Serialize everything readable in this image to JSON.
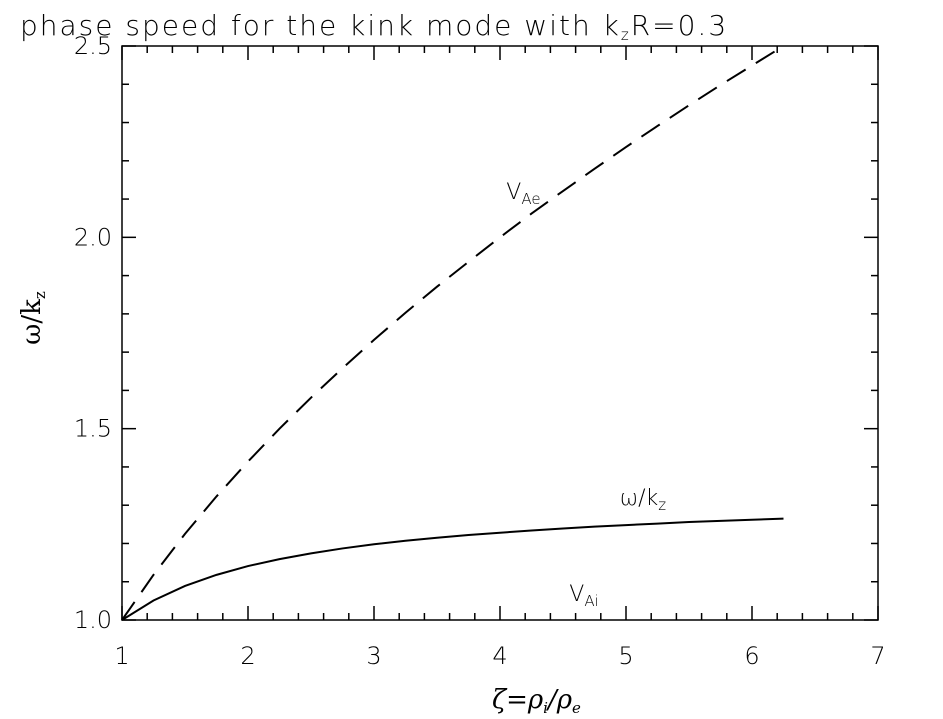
{
  "chart_data": {
    "type": "line",
    "title": {
      "text": "phase speed for the kink mode with k",
      "sub": "z",
      "tail": "R=0.3"
    },
    "xlabel": {
      "prefix": "ζ=ρ",
      "sub1": "i",
      "mid": "/ρ",
      "sub2": "e"
    },
    "ylabel": {
      "main": "ω/k",
      "sub": "z"
    },
    "xlim": [
      1,
      7
    ],
    "ylim": [
      1.0,
      2.5
    ],
    "xticks": [
      1,
      2,
      3,
      4,
      5,
      6,
      7
    ],
    "xtick_labels": [
      "1",
      "2",
      "3",
      "4",
      "5",
      "6",
      "7"
    ],
    "yticks": [
      1.0,
      1.5,
      2.0,
      2.5
    ],
    "ytick_labels": [
      "1.0",
      "1.5",
      "2.0",
      "2.5"
    ],
    "x_minor_step": 0.2,
    "y_minor_step": 0.1,
    "grid": false,
    "series": [
      {
        "name": "V_Ae",
        "style": "dashed",
        "x": [
          1.0,
          1.25,
          1.5,
          1.75,
          2.0,
          2.25,
          2.5,
          2.75,
          3.0,
          3.25,
          3.5,
          3.75,
          4.0,
          4.25,
          4.5,
          4.75,
          5.0,
          5.25,
          5.5,
          5.75,
          6.0,
          6.25
        ],
        "y": [
          1.0,
          1.118,
          1.225,
          1.323,
          1.414,
          1.5,
          1.581,
          1.658,
          1.732,
          1.803,
          1.871,
          1.936,
          2.0,
          2.062,
          2.121,
          2.179,
          2.236,
          2.291,
          2.345,
          2.398,
          2.449,
          2.5
        ]
      },
      {
        "name": "ω/k_z",
        "style": "solid",
        "x": [
          1.0,
          1.25,
          1.5,
          1.75,
          2.0,
          2.25,
          2.5,
          2.75,
          3.0,
          3.25,
          3.5,
          3.75,
          4.0,
          4.25,
          4.5,
          4.75,
          5.0,
          5.25,
          5.5,
          5.75,
          6.0,
          6.25
        ],
        "y": [
          1.0,
          1.051,
          1.089,
          1.118,
          1.141,
          1.159,
          1.174,
          1.187,
          1.198,
          1.207,
          1.215,
          1.222,
          1.228,
          1.234,
          1.239,
          1.244,
          1.248,
          1.252,
          1.256,
          1.259,
          1.262,
          1.265
        ]
      },
      {
        "name": "V_Ai",
        "style": "none",
        "x": [
          1.0,
          7.0
        ],
        "y": [
          1.0,
          1.0
        ]
      }
    ],
    "annotations": [
      {
        "id": "vae",
        "main": "V",
        "sub": "Ae",
        "x": 4.05,
        "y": 2.1
      },
      {
        "id": "omega",
        "main": "ω/k",
        "sub": "z",
        "x": 4.95,
        "y": 1.3
      },
      {
        "id": "vai",
        "main": "V",
        "sub": "Ai",
        "x": 4.55,
        "y": 1.05
      }
    ]
  }
}
